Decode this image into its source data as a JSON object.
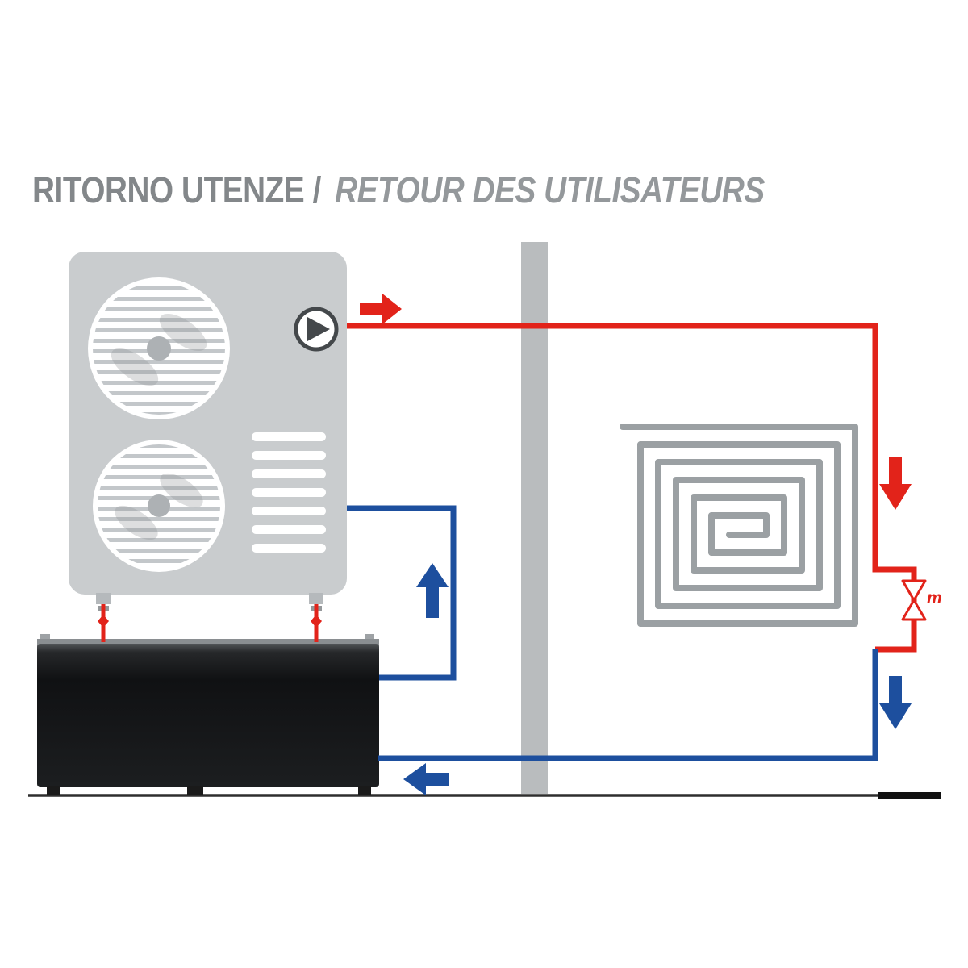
{
  "title": {
    "primary": "RITORNO UTENZE /",
    "secondary": "RETOUR DES UTILISATEURS"
  },
  "valve": {
    "label": "m"
  },
  "colors": {
    "supply_red": "#e2231a",
    "return_blue": "#1d4f9e",
    "unit_gray": "#c9ccce",
    "wall_gray": "#b9bcbe",
    "coil_gray": "#9ba0a3",
    "tank_black": "#161616",
    "title_gray": "#83878a",
    "title_italic_gray": "#94989b",
    "floor_line": "#2e2e2e"
  }
}
